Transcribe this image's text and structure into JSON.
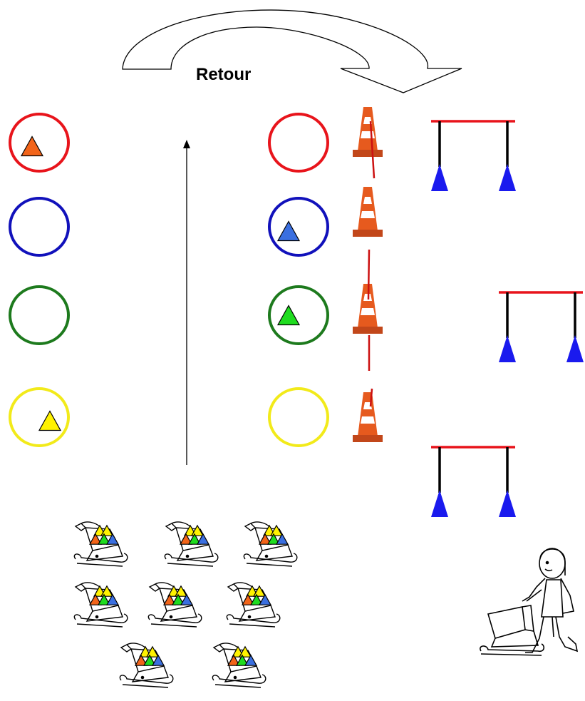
{
  "arrow": {
    "label": "Retour"
  },
  "colors": {
    "red": "#e8141b",
    "blue": "#1111bb",
    "green": "#1d7a1d",
    "yellow": "#f2ea1a",
    "cone_orange": "#e65a1e",
    "hurdle_bar": "#e8141b",
    "hurdle_foot": "#1a1aee",
    "marker_orange": "#f26419",
    "marker_blue": "#3a6fe0",
    "marker_green": "#1fdc1f",
    "marker_yellow": "#fff200"
  },
  "left_hoops": [
    {
      "color": "red",
      "marker": "orange"
    },
    {
      "color": "blue",
      "marker": null
    },
    {
      "color": "green",
      "marker": null
    },
    {
      "color": "yellow",
      "marker": "yellow"
    }
  ],
  "right_hoops": [
    {
      "color": "red",
      "marker": null
    },
    {
      "color": "blue",
      "marker": "blue"
    },
    {
      "color": "green",
      "marker": "green"
    },
    {
      "color": "yellow",
      "marker": null
    }
  ],
  "cones": 4,
  "hurdles": 3,
  "sleds": 8
}
